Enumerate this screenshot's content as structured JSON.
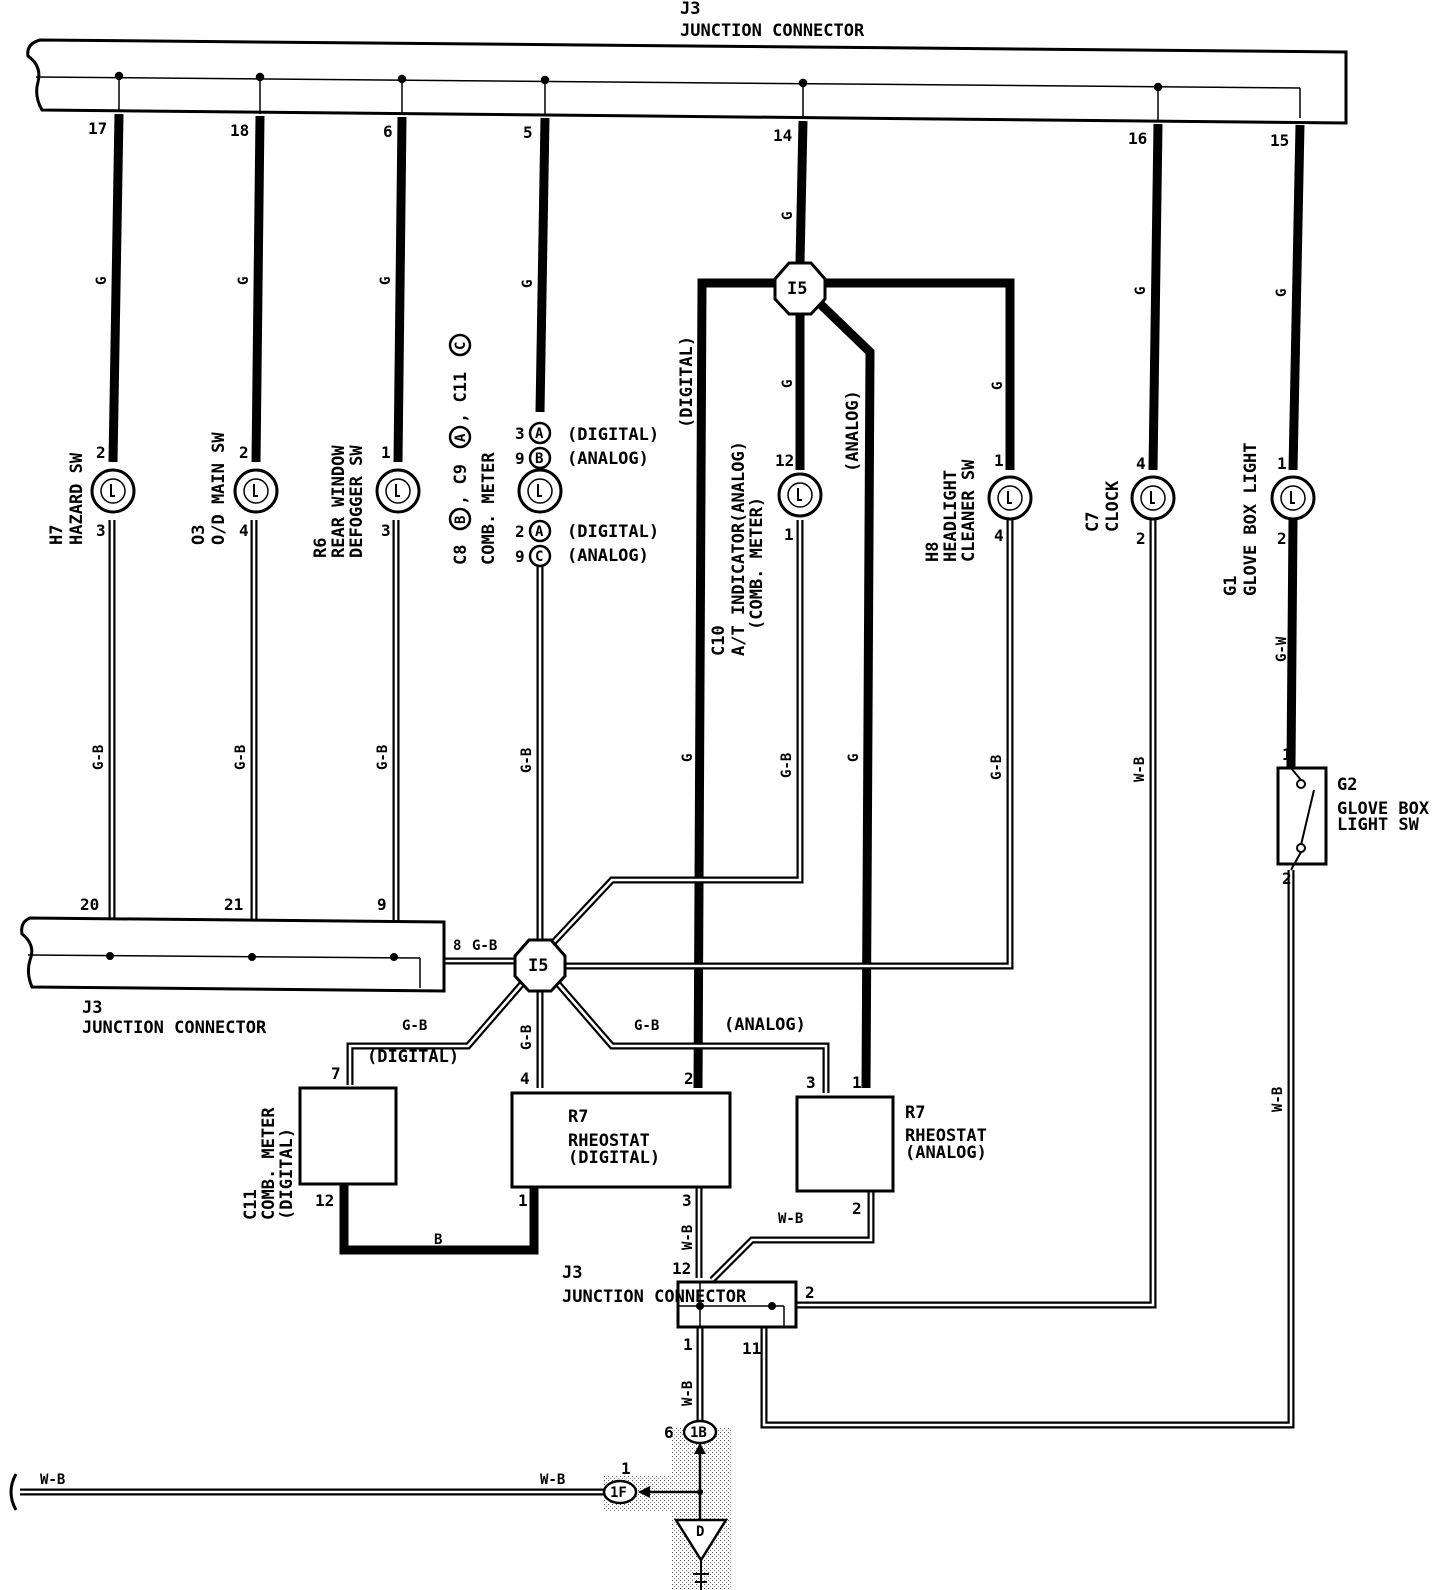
{
  "diagram": {
    "top_connector": {
      "code": "J3",
      "name": "JUNCTION CONNECTOR"
    },
    "left_connector": {
      "code": "J3",
      "name": "JUNCTION CONNECTOR"
    },
    "bottom_connector": {
      "code": "J3",
      "name": "JUNCTION CONNECTOR"
    },
    "top_pins": [
      "17",
      "18",
      "6",
      "5",
      "14",
      "16",
      "15"
    ],
    "left_pins": [
      "20",
      "21",
      "9"
    ],
    "splice_label": "I5",
    "junction_pins": {
      "p12": "12",
      "p2": "2",
      "p1": "1",
      "p11": "11"
    },
    "components": {
      "h7": {
        "code": "H7",
        "name": "HAZARD SW",
        "pin_top": "2",
        "pin_bottom": "3"
      },
      "o3": {
        "code": "O3",
        "name": "O/D MAIN SW",
        "pin_top": "2",
        "pin_bottom": "4"
      },
      "r6": {
        "code": "R6",
        "name1": "REAR WINDOW",
        "name2": "DEFOGGER SW",
        "pin_top": "1",
        "pin_bottom": "3"
      },
      "comb": {
        "codes_a": "C8",
        "codes_b": ", C9",
        "codes_c": ", C11",
        "badge_b": "B",
        "badge_a": "A",
        "badge_c": "C",
        "name": "COMB. METER",
        "row1_pin": "3",
        "row1_badge": "A",
        "row1_note": "(DIGITAL)",
        "row2_pin": "9",
        "row2_badge": "B",
        "row2_note": "(ANALOG)",
        "row3_pin": "2",
        "row3_badge": "A",
        "row3_note": "(DIGITAL)",
        "row4_pin": "9",
        "row4_badge": "C",
        "row4_note": "(ANALOG)"
      },
      "c10": {
        "code": "C10",
        "name1": "A/T INDICATOR(ANALOG)",
        "name2": "(COMB. METER)",
        "pin_top": "12",
        "pin_bottom": "1"
      },
      "h8": {
        "code": "H8",
        "name1": "HEADLIGHT",
        "name2": "CLEANER SW",
        "pin_top": "1",
        "pin_bottom": "4"
      },
      "c7": {
        "code": "C7",
        "name": "CLOCK",
        "pin_top": "4",
        "pin_bottom": "2"
      },
      "g1": {
        "code": "G1",
        "name": "GLOVE BOX LIGHT",
        "pin_top": "1",
        "pin_bottom": "2"
      },
      "g2": {
        "code": "G2",
        "name1": "GLOVE BOX",
        "name2": "LIGHT SW",
        "pin_top": "1",
        "pin_bottom": "2"
      },
      "c11": {
        "code": "C11",
        "name1": "COMB. METER",
        "name2": "(DIGITAL)",
        "pin_top": "7",
        "pin_bottom": "12"
      },
      "r7d": {
        "code": "R7",
        "name1": "RHEOSTAT",
        "name2": "(DIGITAL)",
        "pin_a": "4",
        "pin_b": "2",
        "pin_c": "1",
        "pin_d": "3"
      },
      "r7a": {
        "code": "R7",
        "name1": "RHEOSTAT",
        "name2": "(ANALOG)",
        "pin_a": "3",
        "pin_b": "1",
        "pin_c": "2"
      }
    },
    "wire_labels": {
      "g": "G",
      "gb": "G-B",
      "gw": "G-W",
      "wb": "W-B",
      "b": "B",
      "digital": "(DIGITAL)",
      "analog": "(ANALOG)",
      "splice_in_pin": "8",
      "r7a_analog": "(ANALOG)"
    },
    "ground": {
      "connector_1b": "1B",
      "pin_1b": "6",
      "connector_1f": "1F",
      "pin_1f": "1",
      "ground_point": "D"
    }
  }
}
